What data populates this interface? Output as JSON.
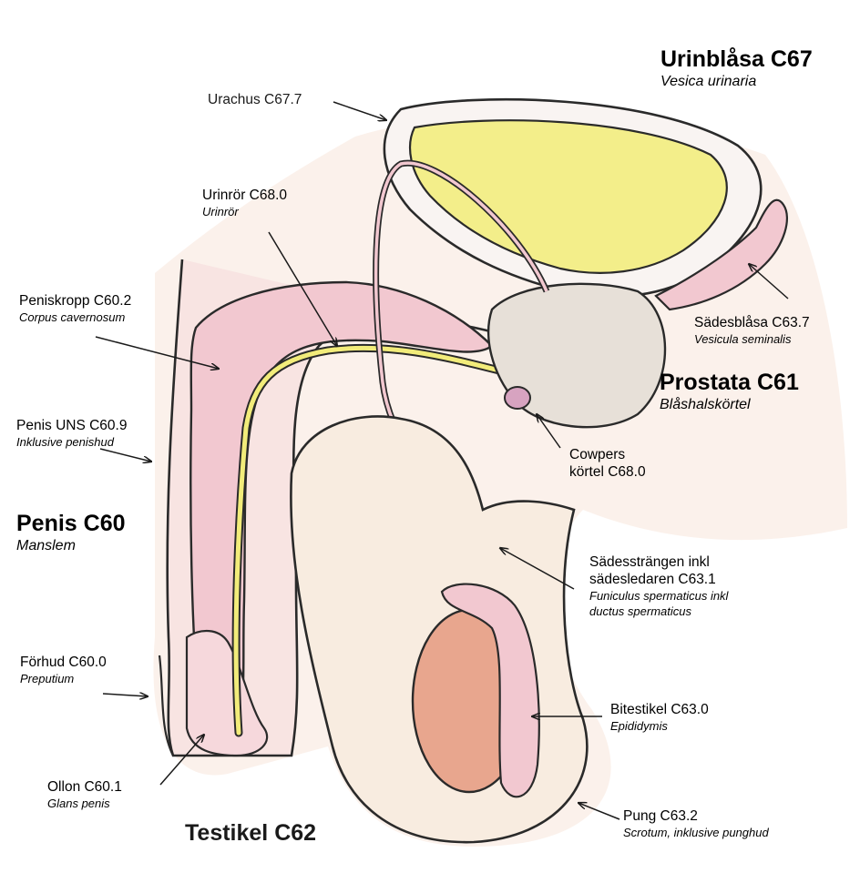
{
  "colors": {
    "background": "#ffffff",
    "outline": "#2a2a2a",
    "bladder_fill": "#f3ee8a",
    "pink_tissue": "#f2c8d0",
    "skin_tone": "#f7e6da",
    "testis_fill": "#e8a68e",
    "prostate_fill": "#e7e0d8",
    "urethra_yellow": "#f2ec7a"
  },
  "labels": {
    "bladder": {
      "title": "Urinblåsa C67",
      "latin": "Vesica urinaria"
    },
    "urachus": {
      "text": "Urachus C67.7"
    },
    "urethra": {
      "text": "Urinrör C68.0",
      "latin": "Urinrör"
    },
    "corpus": {
      "text": "Peniskropp C60.2",
      "latin": "Corpus cavernosum"
    },
    "seminal": {
      "text": "Sädesblåsa C63.7",
      "latin": "Vesicula seminalis"
    },
    "prostate": {
      "title": "Prostata C61",
      "latin": "Blåshalskörtel"
    },
    "penis_uns": {
      "text": "Penis UNS C60.9",
      "latin": "Inklusive penishud"
    },
    "cowpers": {
      "line1": "Cowpers",
      "line2": "körtel C68.0"
    },
    "penis": {
      "title": "Penis C60",
      "latin": "Manslem"
    },
    "cord": {
      "line1": "Sädessträngen inkl",
      "line2": "sädesledaren C63.1",
      "latin1": "Funiculus spermaticus inkl",
      "latin2": "ductus spermaticus"
    },
    "foreskin": {
      "text": "Förhud C60.0",
      "latin": "Preputium"
    },
    "epididymis": {
      "text": "Bitestikel C63.0",
      "latin": "Epididymis"
    },
    "glans": {
      "text": "Ollon C60.1",
      "latin": "Glans penis"
    },
    "scrotum": {
      "text": "Pung C63.2",
      "latin": "Scrotum, inklusive punghud"
    },
    "testis": {
      "title": "Testikel C62"
    }
  }
}
